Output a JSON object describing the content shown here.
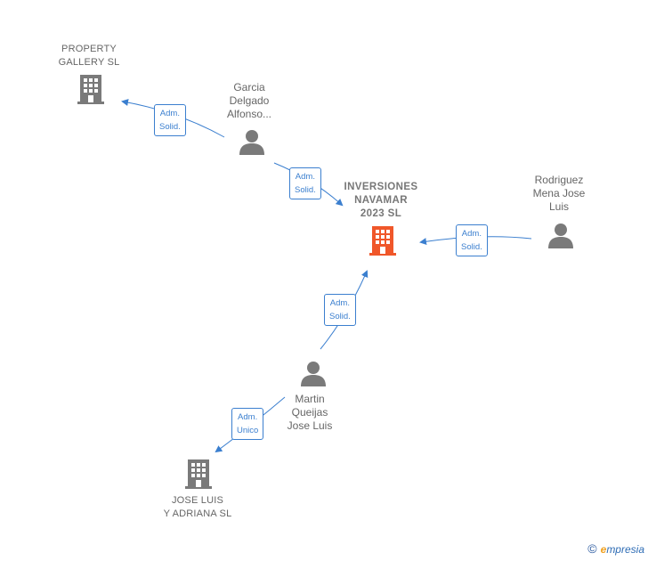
{
  "nodes": {
    "property_gallery": {
      "label": "PROPERTY\nGALLERY  SL"
    },
    "garcia": {
      "label": "Garcia\nDelgado\nAlfonso..."
    },
    "inversiones": {
      "label": "INVERSIONES\nNAVAMAR\n2023  SL"
    },
    "rodriguez": {
      "label": "Rodriguez\nMena Jose\nLuis"
    },
    "martin": {
      "label": "Martin\nQueijas\nJose Luis"
    },
    "jose_luis": {
      "label": "JOSE LUIS\nY ADRIANA  SL"
    }
  },
  "edges": [
    {
      "id": "e1",
      "line1": "Adm.",
      "line2": "Solid."
    },
    {
      "id": "e2",
      "line1": "Adm.",
      "line2": "Solid."
    },
    {
      "id": "e3",
      "line1": "Adm.",
      "line2": "Solid."
    },
    {
      "id": "e4",
      "line1": "Adm.",
      "line2": "Solid."
    },
    {
      "id": "e5",
      "line1": "Adm.",
      "line2": "Unico"
    }
  ],
  "colors": {
    "edge": "#3b7fcf",
    "node_gray": "#7a7a7a",
    "main_node": "#f0572a"
  },
  "brand": {
    "copyright": "©",
    "e": "e",
    "rest": "mpresia"
  }
}
